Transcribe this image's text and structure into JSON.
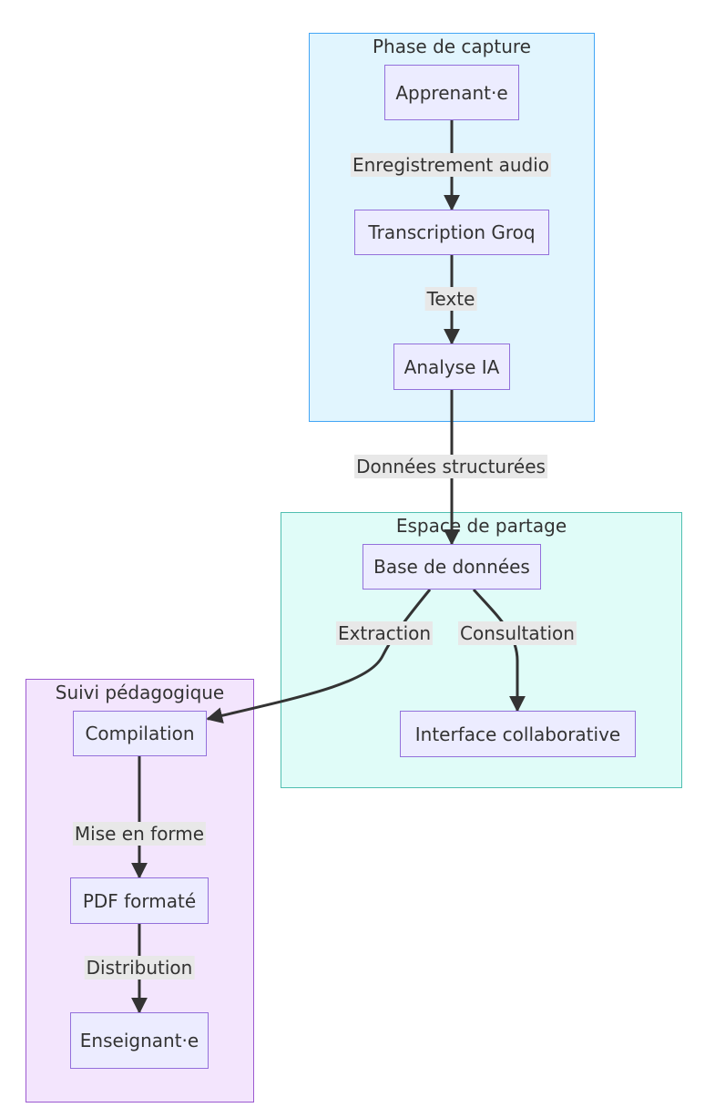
{
  "clusters": {
    "capture": {
      "title": "Phase de capture"
    },
    "partage": {
      "title": "Espace de partage"
    },
    "suivi": {
      "title": "Suivi pédagogique"
    }
  },
  "nodes": {
    "apprenant": "Apprenant·e",
    "transcription": "Transcription Groq",
    "analyse": "Analyse IA",
    "base": "Base de données",
    "interface": "Interface collaborative",
    "compilation": "Compilation",
    "pdf": "PDF formaté",
    "enseignant": "Enseignant·e"
  },
  "edges": {
    "enregistrement": "Enregistrement audio",
    "texte": "Texte",
    "donnees": "Données structurées",
    "extraction": "Extraction",
    "consultation": "Consultation",
    "mise_en_forme": "Mise en forme",
    "distribution": "Distribution"
  },
  "colors": {
    "capture_fill": "#e1f5fe",
    "capture_border": "#42a5f5",
    "partage_fill": "#e0fcf8",
    "partage_border": "#4fbfb0",
    "suivi_fill": "#f3e5fd",
    "suivi_border": "#9b59d0",
    "node_fill": "#ececff",
    "node_border": "#9370db",
    "edge": "#333333",
    "edge_label_bg": "#e8e8e8"
  }
}
